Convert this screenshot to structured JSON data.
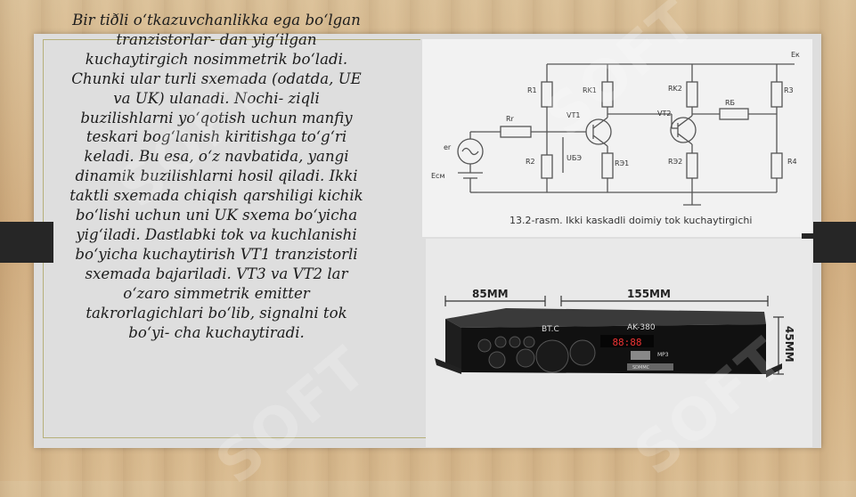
{
  "slide": {
    "body_text": "Bir tiðli o‘tkazuvchanlikka ega bo‘lgan tranzistorlar- dan yig‘ilgan kuchaytirgich nosimmetrik bo‘ladi. Chunki ular turli sxemada (odatda, UE va UK) ulanadi. Nochi- ziqli buzilishlarni yo‘qotish uchun manfiy teskari bog‘lanish kiritishga to‘g‘ri keladi. Bu esa, o‘z navbatida, yangi dinamik buzilishlarni hosil qiladi. Ikki taktli sxemada chiqish qarshiligi kichik bo‘lishi uchun uni UK sxema bo‘yicha yig‘iladi. Dastlabki tok va kuchlanishi bo‘yicha kuchaytirish VT1 tranzistorli sxemada bajariladi. VT3 va VT2 lar o‘zaro simmetrik emitter takrorlagichlari bo‘lib, signalni tok bo‘yi- cha kuchaytiradi."
  },
  "circuit_figure": {
    "caption": "13.2-rasm. Ikki kaskadli doimiy tok kuchaytirgichi",
    "labels": {
      "ek": "Eк",
      "r1": "R1",
      "rk1": "RK1",
      "rk2": "RK2",
      "r3": "R3",
      "rr": "Rr",
      "rb": "RБ",
      "vt1": "VT1",
      "vt2": "VT2",
      "er": "er",
      "r2": "R2",
      "u_be": "UБЭ",
      "re1": "RЭ1",
      "re2": "RЭ2",
      "r4": "R4",
      "e_bias": "Eсм"
    }
  },
  "amplifier_photo": {
    "dim_width1": "85MM",
    "dim_width2": "155MM",
    "dim_height": "45MM",
    "brand_left": "BT.C",
    "model": "AK-380",
    "display": "88:88",
    "port_label": "MP3",
    "slot_label": "SDMMC"
  },
  "watermark": "SOFT",
  "colors": {
    "background_wood": "#d2b48a",
    "panel": "#dedede",
    "frame_line": "#b6b07a",
    "side_tab": "#262626"
  }
}
